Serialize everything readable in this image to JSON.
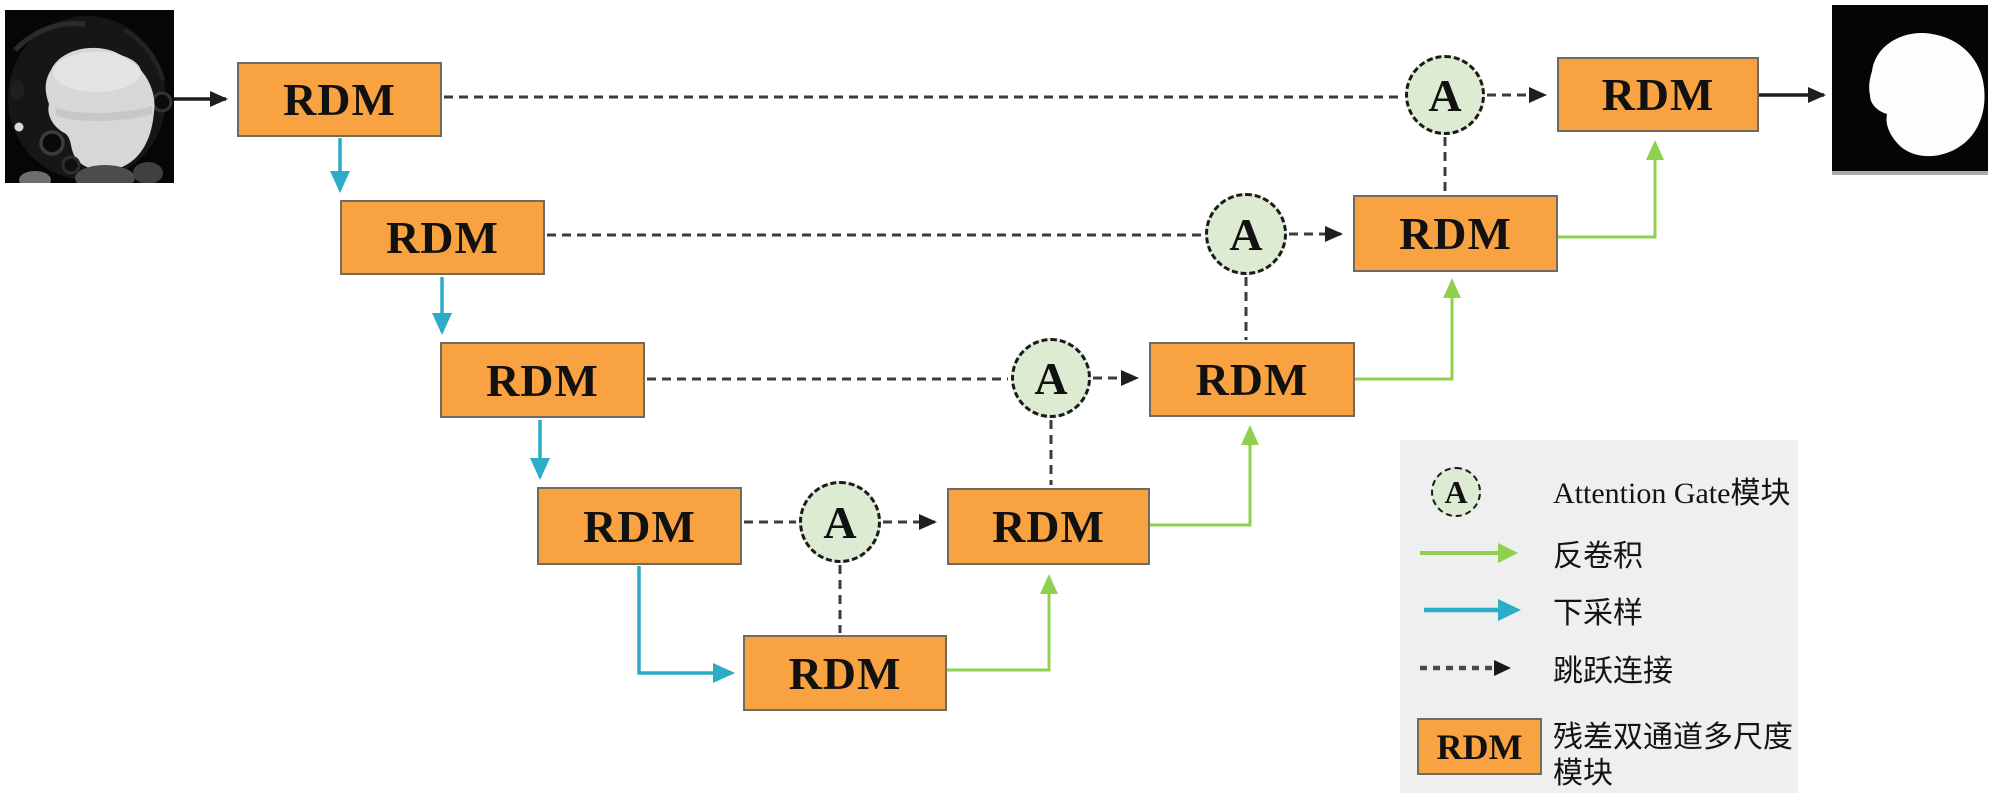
{
  "nodes": {
    "rdm_label": "RDM",
    "attention_label": "A"
  },
  "legend": {
    "items": [
      {
        "icon": "attention-gate-icon",
        "label": "Attention Gate模块"
      },
      {
        "icon": "deconvolution-arrow-icon",
        "label": "反卷积"
      },
      {
        "icon": "downsample-arrow-icon",
        "label": "下采样"
      },
      {
        "icon": "skip-connection-arrow-icon",
        "label": "跳跃连接"
      },
      {
        "icon": "rdm-box-icon",
        "label": "残差双通道多尺度模块"
      }
    ]
  },
  "colors": {
    "box_fill": "#F9A241",
    "box_border": "#6F6B60",
    "attention_fill": "#DDEBD3",
    "attention_border": "#1A1A1A",
    "downsample_arrow": "#2BACC7",
    "deconv_arrow": "#8FD04E",
    "skip_connection": "#3C3C3C",
    "io_arrow": "#1F1F1F",
    "legend_bg": "#EFEFEF",
    "canvas_bg": "#FFFFFF"
  }
}
